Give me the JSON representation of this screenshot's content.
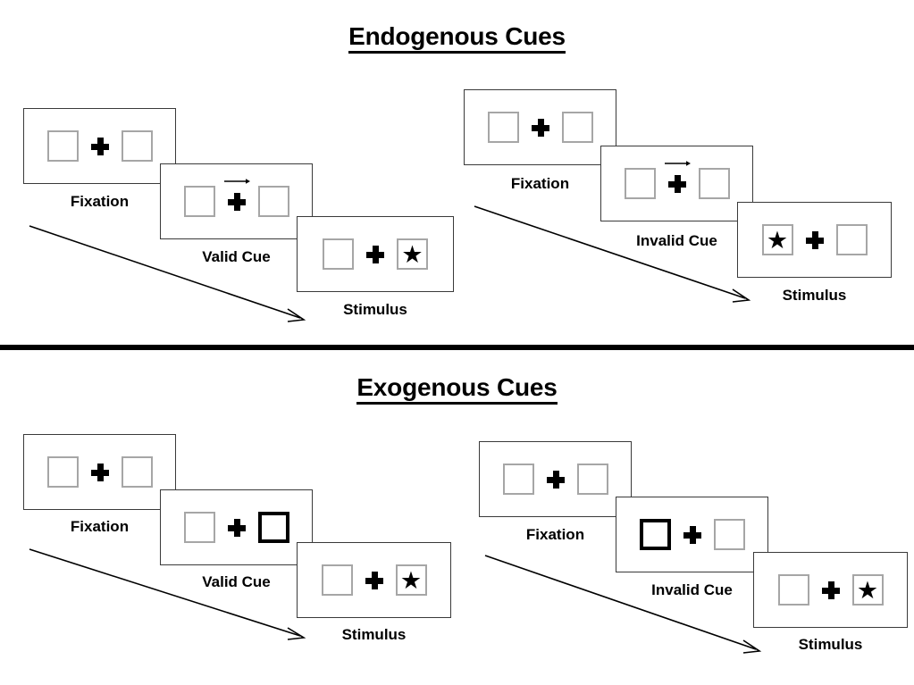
{
  "figure": {
    "title_top": "Endogenous Cues",
    "title_bottom": "Exogenous Cues"
  },
  "labels": {
    "fixation": "Fixation",
    "valid_cue": "Valid Cue",
    "invalid_cue": "Invalid Cue",
    "stimulus": "Stimulus",
    "star_glyph": "★"
  },
  "colors": {
    "ink": "#000000",
    "panel_border": "#3a3a3a",
    "box_border": "#a6a6a6",
    "box_cued_border": "#000000",
    "background": "#ffffff"
  },
  "sections": [
    {
      "id": "endogenous",
      "title": "Endogenous Cues",
      "cue_type": "central-arrow",
      "sequences": [
        {
          "id": "endogenous-valid",
          "condition": "Valid Cue",
          "frames": [
            {
              "label": "Fixation",
              "cue": "none",
              "arrow": "none",
              "star": "none"
            },
            {
              "label": "Valid Cue",
              "cue": "none",
              "arrow": "right",
              "star": "none"
            },
            {
              "label": "Stimulus",
              "cue": "none",
              "arrow": "none",
              "star": "right"
            }
          ]
        },
        {
          "id": "endogenous-invalid",
          "condition": "Invalid Cue",
          "frames": [
            {
              "label": "Fixation",
              "cue": "none",
              "arrow": "none",
              "star": "none"
            },
            {
              "label": "Invalid Cue",
              "cue": "none",
              "arrow": "right",
              "star": "none"
            },
            {
              "label": "Stimulus",
              "cue": "none",
              "arrow": "none",
              "star": "left"
            }
          ]
        }
      ]
    },
    {
      "id": "exogenous",
      "title": "Exogenous Cues",
      "cue_type": "peripheral-box-flash",
      "sequences": [
        {
          "id": "exogenous-valid",
          "condition": "Valid Cue",
          "frames": [
            {
              "label": "Fixation",
              "cue": "none",
              "arrow": "none",
              "star": "none"
            },
            {
              "label": "Valid Cue",
              "cue": "right",
              "arrow": "none",
              "star": "none"
            },
            {
              "label": "Stimulus",
              "cue": "none",
              "arrow": "none",
              "star": "right"
            }
          ]
        },
        {
          "id": "exogenous-invalid",
          "condition": "Invalid Cue",
          "frames": [
            {
              "label": "Fixation",
              "cue": "none",
              "arrow": "none",
              "star": "none"
            },
            {
              "label": "Invalid Cue",
              "cue": "left",
              "arrow": "none",
              "star": "none"
            },
            {
              "label": "Stimulus",
              "cue": "none",
              "arrow": "none",
              "star": "right"
            }
          ]
        }
      ]
    }
  ]
}
